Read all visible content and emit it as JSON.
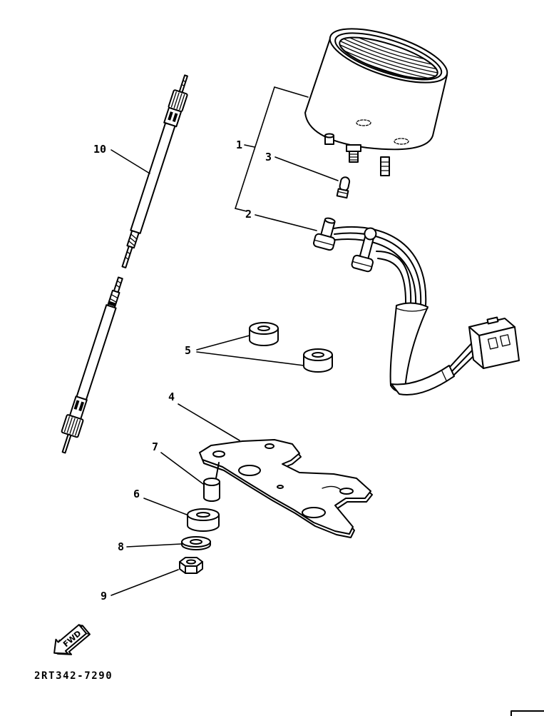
{
  "diagram": {
    "callouts": [
      "1",
      "2",
      "3",
      "4",
      "5",
      "6",
      "7",
      "8",
      "9",
      "10"
    ],
    "fwd_label": "FWD",
    "drawing_code": "2RT342-7290"
  }
}
